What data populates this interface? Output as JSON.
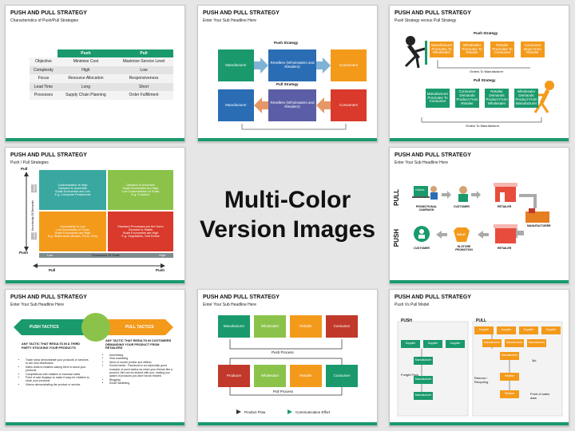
{
  "center_title": {
    "line1": "Multi-Color",
    "line2": "Version Images"
  },
  "slides": {
    "s1": {
      "title": "PUSH AND PULL STRATEGY",
      "subtitle": "Characteristics of Push/Pull Strategies",
      "table": {
        "headers": [
          "",
          "Push",
          "Pull"
        ],
        "rows": [
          [
            "Objective",
            "Minimize Cost",
            "Maximize Service Level"
          ],
          [
            "Complexity",
            "High",
            "Low"
          ],
          [
            "Focus",
            "Resource Allocation",
            "Responsiveness"
          ],
          [
            "Lead Time",
            "Long",
            "Short"
          ],
          [
            "Processes",
            "Supply Chain Planning",
            "Order Fulfillment"
          ]
        ]
      }
    },
    "s2": {
      "title": "PUSH AND PULL STRATEGY",
      "subtitle": "Enter Your Sub Headline Here",
      "push_label": "Push Strategy",
      "pull_label": "Pull Strategy",
      "manufacturer": "Manufacturer",
      "resellers": "Resellers (Wholesalers and Retailers)",
      "consumers": "Consumers"
    },
    "s3": {
      "title": "PUSH AND PULL STRATEGY",
      "subtitle": "Push Strategy versus Pull Strategy",
      "push_label": "Push Strategy",
      "pull_label": "Pull Strategy",
      "push_boxes": [
        "Manufacturer Promotes To Wholesaler",
        "Wholesaler Promotes To Retailer",
        "Retailer Promotes To Consumer",
        "Consumer Buys From Retailer"
      ],
      "pull_boxes": [
        "Manufacturer Promotes To Consumer",
        "Consumer Demands Product From Retailer",
        "Retailer Demands Product From Wholesaler",
        "Wholesaler Demands Product From Manufacturer"
      ],
      "push_orders": "Orders To Manufacturer",
      "pull_orders": "Orders To Manufacturer"
    },
    "s4": {
      "title": "PUSH AND PULL STRATEGY",
      "subtitle": "Push / Pull Strategies",
      "y_top": "Pull",
      "y_bottom": "Push",
      "x_left": "Pull",
      "x_right": "Push",
      "y_axis": "Uncertainty Of Demands",
      "x_axis": "Economies Of Scale",
      "x_low": "Low",
      "x_high": "High",
      "y_high": "High",
      "y_low": "Low",
      "q1": [
        "Customization Is High",
        "Demand Is Uncertain",
        "Scale Economies are Low",
        "E.g. Computer Peripherals"
      ],
      "q2": [
        "Demand Is Uncertain",
        "Scale Economies Are High",
        "Low Customization of Scale",
        "E.g. Furniture"
      ],
      "q3": [
        "Uncertainty Is Low",
        "Low Economies of Scale",
        "Scale Economies are High",
        "E.g. Stationaries (Books, Pens, CDs)"
      ],
      "q4": [
        "Standard Processes are the Norm",
        "Demand Is Stable",
        "Scale Economies are High",
        "E.g. Vegetables, Soft Drinks"
      ]
    },
    "s5": {
      "title": "PUSH AND PULL STRATEGY",
      "subtitle": "Enter Your Sub Headline Here",
      "pull": "PULL",
      "push": "PUSH",
      "online": "Online",
      "promo": "PROMOTIONAL CAMPAIGN",
      "customer": "CUSTOMER",
      "retailer": "RETAILER",
      "manufacturer": "MANUFACTURER",
      "instore": "IN-STORE PROMOTION",
      "sale": "SALE"
    },
    "s6": {
      "title": "PUSH AND PULL STRATEGY",
      "subtitle": "Enter Your Sub Headline Here",
      "push_tactics": "PUSH TACTICS",
      "pull_tactics": "PULL TACTICS",
      "push_head": "ANY TACTIC THAT RESULTS IN A THIRD PARTY STOCKING YOUR PRODUCTS",
      "push_items": [
        "Trade show demonstrate your products or services to win new distributors",
        "Sales visits to retailers asking them to stock your products",
        "Competitions with retailers to increase sales",
        "Point of sale displays to make it easy for retailers to stock your products",
        "Videos demonstrating the product or service"
      ],
      "pull_head": "ANY TACTIC THAT RESULTS IN CUSTOMERS DEMANDING YOUR PRODUCT FROM RETAILERS",
      "pull_items": [
        "Advertising",
        "Viral marketing",
        "Word of mouth (online and offline)",
        "Social media : Facebook is an especially good example of push tactics as when your friends like a product, this can be shared with you, making you aware of products you didn't know existed",
        "Blogging",
        "Email marketing"
      ]
    },
    "s7": {
      "title": "PUSH AND PULL STRATEGY",
      "subtitle": "Enter Your Sub Headline Here",
      "push_row": [
        "Manufacturer",
        "Wholesaler",
        "Retailer",
        "Consumer"
      ],
      "pull_row": [
        "Producer",
        "Wholesaler",
        "Retailer",
        "Consumer"
      ],
      "push_process": "Push Process",
      "pull_process": "Pull Process",
      "product_flow": "Product Flow",
      "comm_effort": "Communication Effort"
    },
    "s8": {
      "title": "PUSH AND PULL STRATEGY",
      "subtitle": "Push Vs Pull Model",
      "push": "PUSH",
      "pull": "PULL",
      "supplier": "Supplier",
      "manufacturer": "Manufacturer",
      "freight": "Freight Flow",
      "returns": "Returns / Recycling",
      "threepl": "3pl",
      "pos": "Point of sales data",
      "retailer": "Retailer"
    }
  },
  "colors": {
    "green": "#1a9a6c",
    "orange": "#f39a1b",
    "blue": "#2a6db5",
    "red": "#d93a2b",
    "teal": "#3aa8a0",
    "lime": "#8bc34a",
    "darkred": "#c0392b",
    "purple": "#5b5ea6",
    "gray": "#7f8c8d"
  }
}
